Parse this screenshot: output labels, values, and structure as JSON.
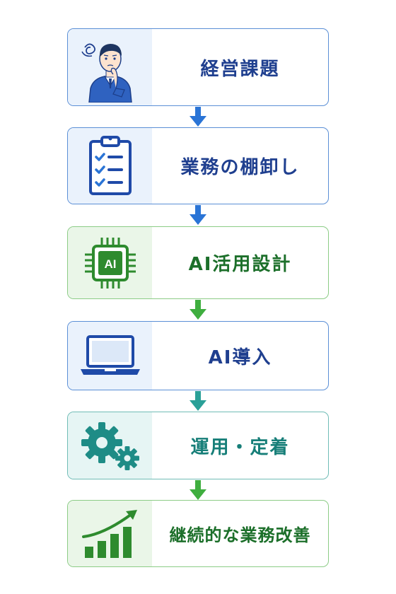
{
  "steps": [
    {
      "label": "経営課題",
      "icon": "thinking-person-icon"
    },
    {
      "label": "業務の棚卸し",
      "icon": "clipboard-checklist-icon"
    },
    {
      "label": "AI活用設計",
      "icon": "ai-chip-icon"
    },
    {
      "label": "AI導入",
      "icon": "laptop-icon"
    },
    {
      "label": "運用・定着",
      "icon": "gears-icon"
    },
    {
      "label": "継続的な業務改善",
      "icon": "growth-chart-icon"
    }
  ],
  "colors": {
    "blue": "#1f4aa8",
    "arrow_blue": "#2a74d6",
    "green": "#2e8b2e",
    "arrow_green": "#3fae3f",
    "teal": "#1e8c86",
    "arrow_teal": "#2aa098"
  }
}
